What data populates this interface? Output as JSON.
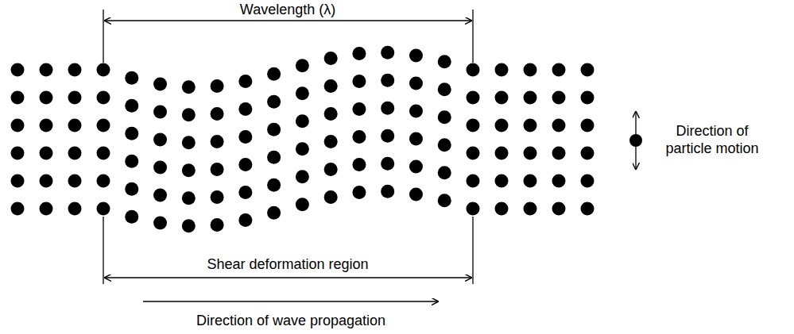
{
  "diagram": {
    "labels": [
      "Wavelength (λ)",
      "Direction of particle motion",
      "Shear deformation region",
      "Direction of wave propagation"
    ]
  }
}
